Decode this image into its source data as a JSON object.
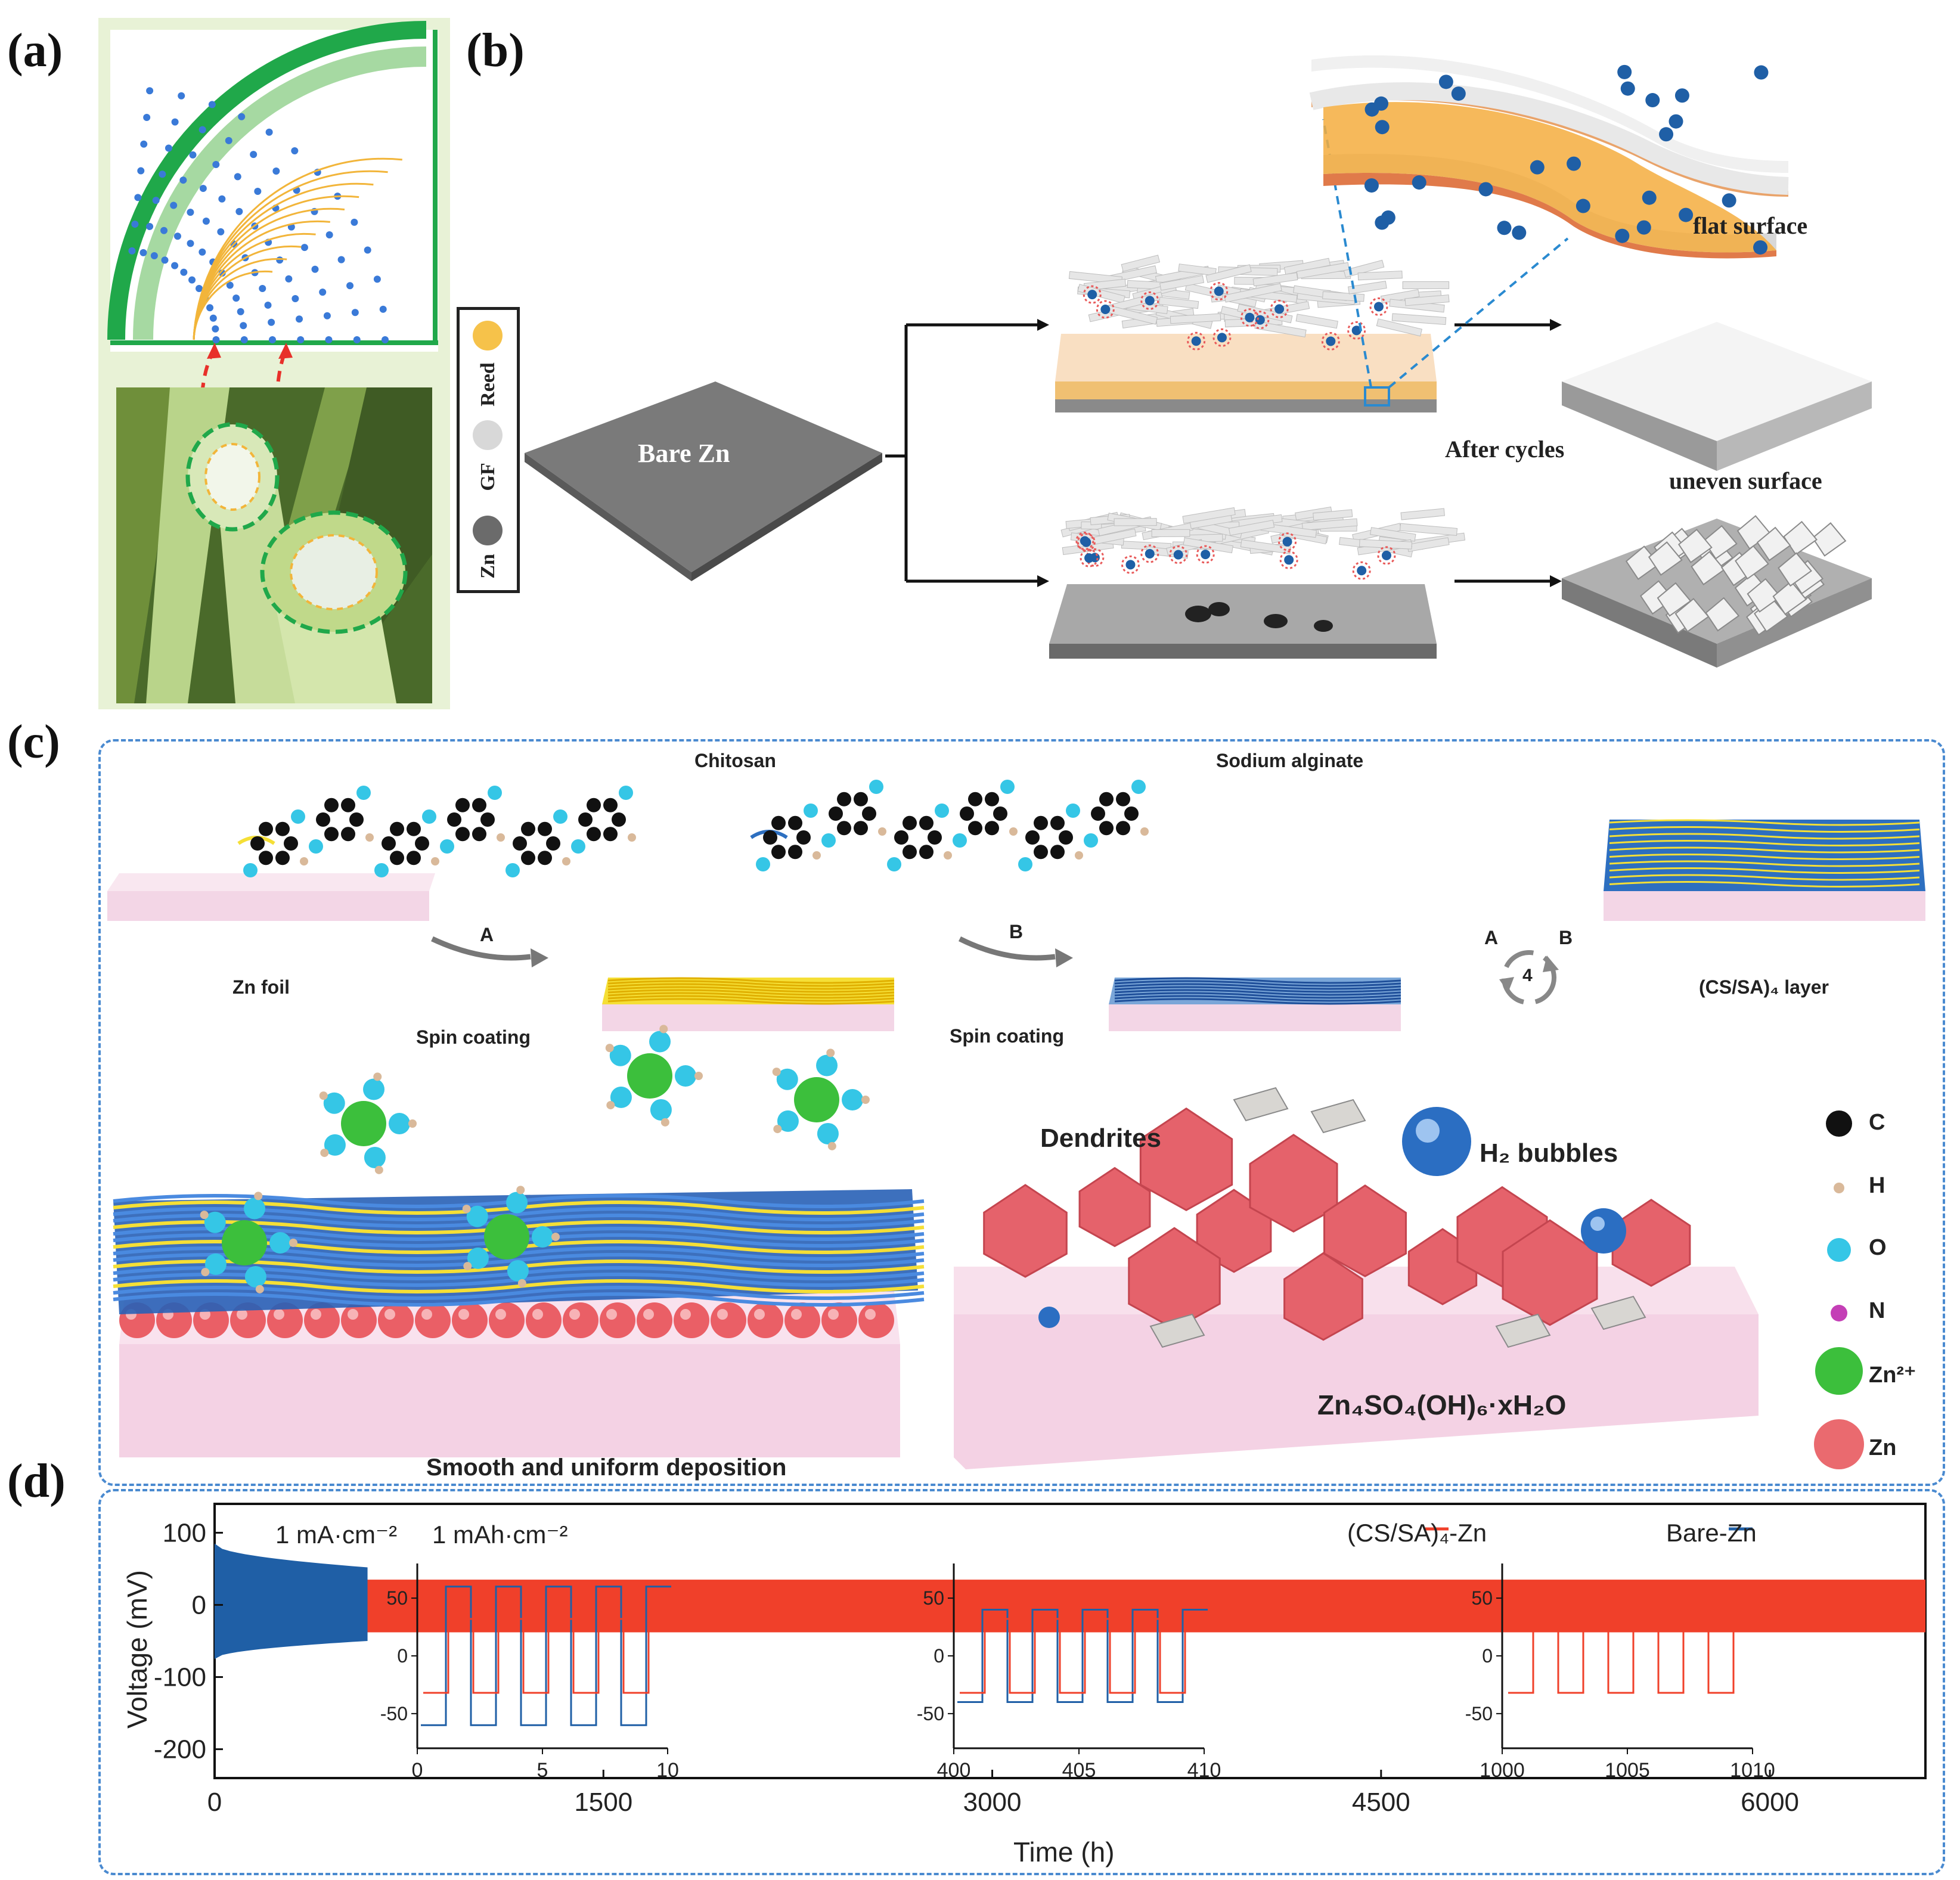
{
  "panels": {
    "a": "(a)",
    "b": "(b)",
    "c": "(c)",
    "d": "(d)"
  },
  "panel_b": {
    "legend": [
      "Reed",
      "GF",
      "Zn"
    ],
    "bare_zn": "Bare Zn",
    "after_cycles": "After cycles",
    "flat_surface": "flat surface",
    "uneven_surface": "uneven surface"
  },
  "panel_c": {
    "chitosan": "Chitosan",
    "sodium_alginate": "Sodium alginate",
    "zn_foil": "Zn foil",
    "step_a": "A",
    "step_b": "B",
    "spin_coating_1": "Spin coating",
    "spin_coating_2": "Spin coating",
    "cycle_a": "A",
    "cycle_b": "B",
    "cycle_n": "4",
    "layer_label": "(CS/SA)₄ layer",
    "dendrites": "Dendrites",
    "h2_bubbles": "H₂ bubbles",
    "byproduct": "Zn₄SO₄(OH)₆·xH₂O",
    "smooth": "Smooth and uniform deposition",
    "legend": [
      {
        "label": "C",
        "color": "#111111"
      },
      {
        "label": "H",
        "color": "#d9b99a"
      },
      {
        "label": "O",
        "color": "#35c6e6"
      },
      {
        "label": "N",
        "color": "#c43fb6"
      },
      {
        "label": "Zn²⁺",
        "color": "#3cbf3c"
      },
      {
        "label": "Zn",
        "color": "#ea6a6f"
      }
    ]
  },
  "chart_data": {
    "type": "line",
    "ylabel": "Voltage (mV)",
    "xlabel": "Time (h)",
    "condition_current": "1 mA·cm⁻²",
    "condition_capacity": "1 mAh·cm⁻²",
    "xlim": [
      0,
      6600
    ],
    "ylim": [
      -240,
      140
    ],
    "xticks": [
      0,
      1500,
      3000,
      4500,
      6000
    ],
    "yticks": [
      100,
      0,
      -100,
      -200
    ],
    "series": [
      {
        "name": "(CS/SA)₄-Zn",
        "color": "#f0402a",
        "x_start": 0,
        "x_end": 6600,
        "upper": 35,
        "lower": -38
      },
      {
        "name": "Bare-Zn",
        "color": "#1f5fa6",
        "x_start": 0,
        "x_end": 590,
        "upper_start": 85,
        "upper_end": 52,
        "lower_start": -75,
        "lower_end": -50
      }
    ],
    "insets": [
      {
        "xlim": [
          0,
          10
        ],
        "xticks": [
          0,
          5,
          10
        ],
        "yticks": [
          50,
          0,
          -50
        ],
        "series": [
          "(CS/SA)₄-Zn",
          "Bare-Zn"
        ]
      },
      {
        "xlim": [
          400,
          410
        ],
        "xticks": [
          400,
          405,
          410
        ],
        "yticks": [
          50,
          0,
          -50
        ],
        "series": [
          "(CS/SA)₄-Zn",
          "Bare-Zn"
        ]
      },
      {
        "xlim": [
          1000,
          1010
        ],
        "xticks": [
          1000,
          1005,
          1010
        ],
        "yticks": [
          50,
          0,
          -50
        ],
        "series": [
          "(CS/SA)₄-Zn"
        ]
      }
    ]
  }
}
